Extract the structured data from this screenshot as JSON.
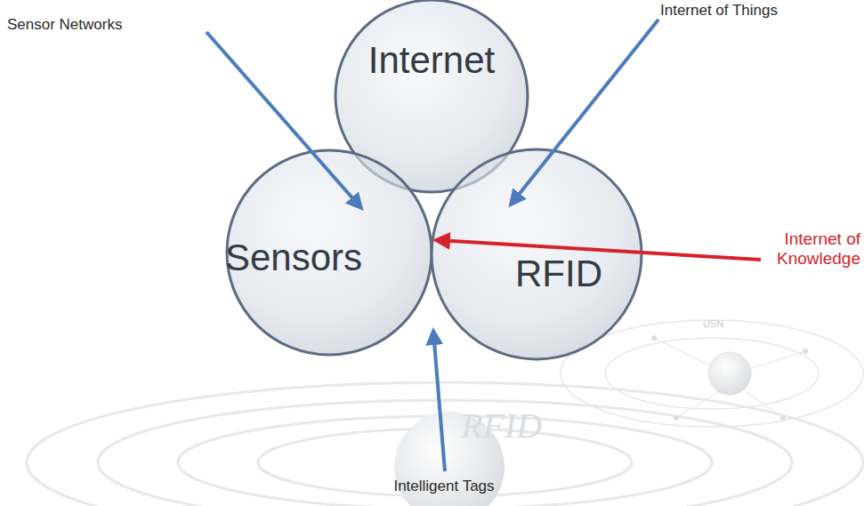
{
  "diagram": {
    "nodes": [
      {
        "text": [
          "Internet"
        ]
      },
      {
        "text": [
          "Sensors"
        ]
      },
      {
        "text": [
          "RFID"
        ]
      }
    ],
    "labels": [
      "Sensor Networks",
      "Internet of Things",
      "Internet of Knowledge",
      "Intelligent Tags",
      "RFID",
      "USN"
    ]
  }
}
